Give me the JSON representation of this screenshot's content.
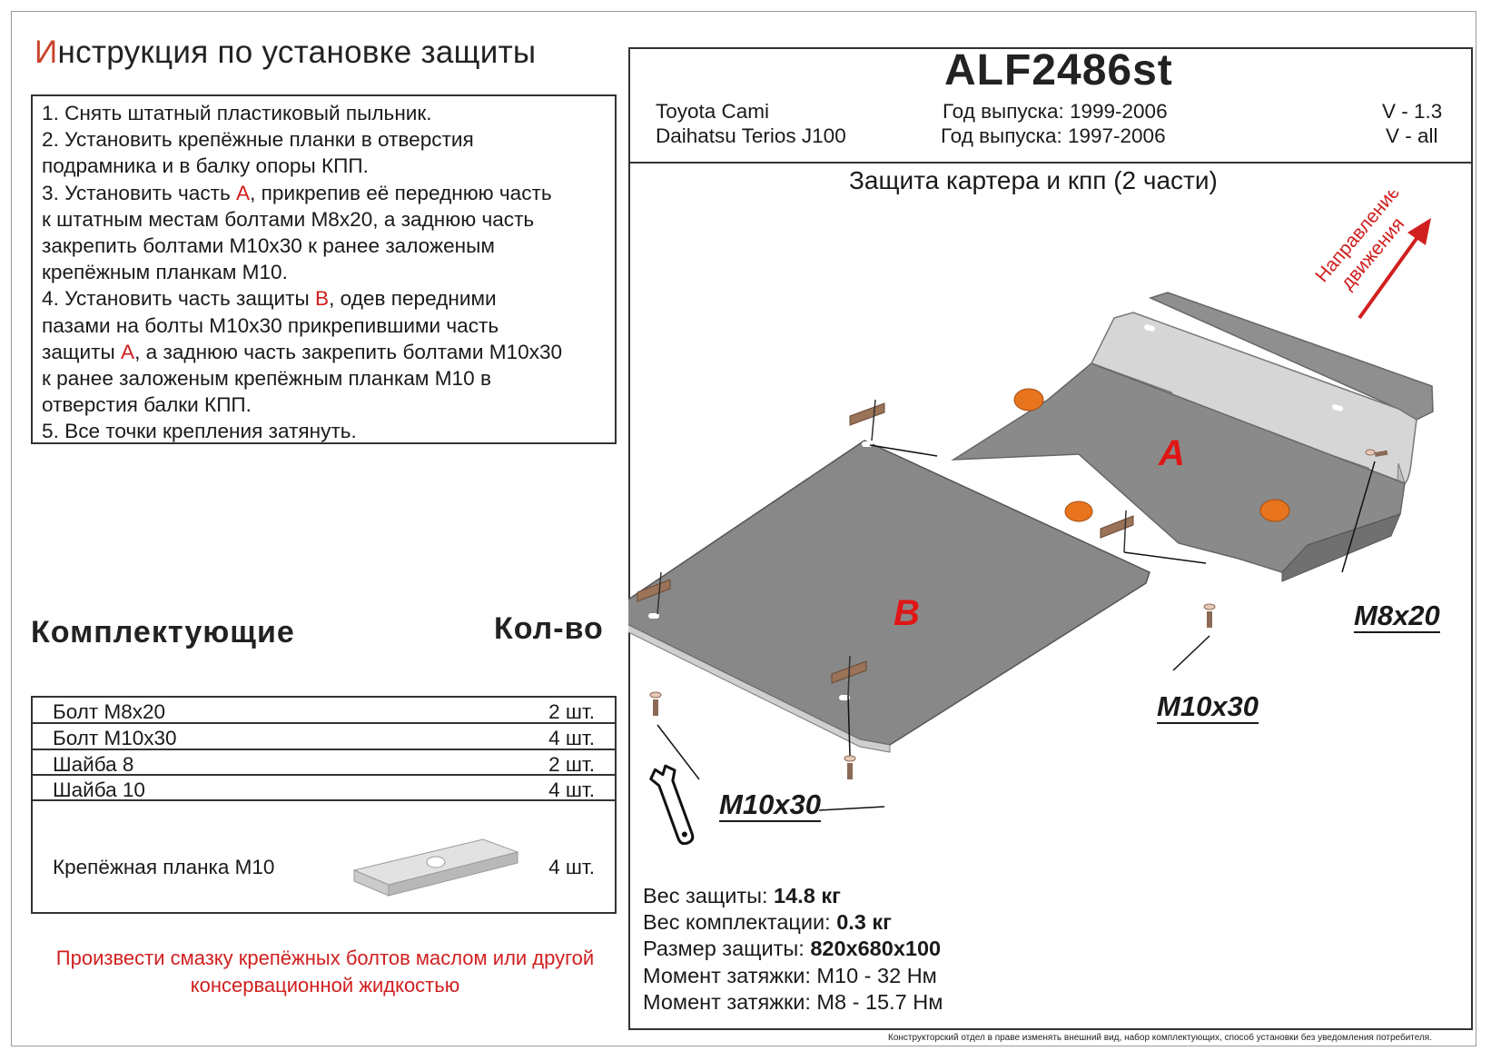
{
  "title": {
    "first_letter": "И",
    "rest": "нструкция по установке защиты"
  },
  "instructions": [
    {
      "segments": [
        {
          "t": "1.  Снять штатный пластиковый пыльник."
        }
      ]
    },
    {
      "segments": [
        {
          "t": "2.  Установить крепёжные планки в отверстия"
        }
      ]
    },
    {
      "segments": [
        {
          "t": "подрамника и в балку опоры КПП."
        }
      ]
    },
    {
      "segments": [
        {
          "t": "3.  Установить часть "
        },
        {
          "t": "А",
          "red": true
        },
        {
          "t": ", прикрепив её переднюю часть"
        }
      ]
    },
    {
      "segments": [
        {
          "t": "к штатным местам болтами М8х20, а заднюю часть"
        }
      ]
    },
    {
      "segments": [
        {
          "t": "закрепить болтами М10х30 к ранее заложеным"
        }
      ]
    },
    {
      "segments": [
        {
          "t": "крепёжным планкам М10."
        }
      ]
    },
    {
      "segments": [
        {
          "t": "4.  Установить часть защиты "
        },
        {
          "t": "В",
          "red": true
        },
        {
          "t": ", одев передними"
        }
      ]
    },
    {
      "segments": [
        {
          "t": "пазами на болты М10х30 прикрепившими часть"
        }
      ]
    },
    {
      "segments": [
        {
          "t": "защиты "
        },
        {
          "t": "А",
          "red": true
        },
        {
          "t": ", а заднюю часть закрепить болтами М10х30"
        }
      ]
    },
    {
      "segments": [
        {
          "t": "к ранее заложеным крепёжным планкам М10 в"
        }
      ]
    },
    {
      "segments": [
        {
          "t": "отверстия балки КПП."
        }
      ]
    },
    {
      "segments": [
        {
          "t": "5.  Все точки крепления затянуть."
        }
      ]
    }
  ],
  "parts_heading": "Комплектующие",
  "qty_heading": "Кол-во",
  "parts": [
    {
      "name": "Болт М8х20",
      "qty": "2 шт."
    },
    {
      "name": "Болт М10х30",
      "qty": "4 шт."
    },
    {
      "name": "Шайба 8",
      "qty": "2 шт."
    },
    {
      "name": "Шайба 10",
      "qty": "4 шт."
    },
    {
      "name": "Крепёжная планка М10",
      "qty": "4 шт."
    }
  ],
  "note": "Произвести смазку крепёжных болтов маслом или другой консервационной жидкостью",
  "product_code": "ALF2486st",
  "vehicles": [
    {
      "model": "Toyota Cami",
      "year": "Год выпуска: 1999-2006",
      "engine": "V - 1.3"
    },
    {
      "model": "Daihatsu Terios J100",
      "year": "Год выпуска: 1997-2006",
      "engine": "V - all"
    }
  ],
  "subtitle": "Защита картера и кпп (2 части)",
  "direction_label": [
    "Направление",
    "движения"
  ],
  "diagram_labels": {
    "part_a": "A",
    "part_b": "B",
    "bolt_m8": "M8x20",
    "bolt_m10_right": "M10x30",
    "bolt_m10_bottom": "M10x30"
  },
  "specs": [
    {
      "label": "Вес защиты: ",
      "value": "14.8 кг",
      "bold": true
    },
    {
      "label": "Вес комплектации: ",
      "value": "0.3 кг",
      "bold": true
    },
    {
      "label": "Размер защиты: ",
      "value": "820x680x100",
      "bold": true
    },
    {
      "label": "Момент затяжки:  ",
      "value": "М10 - 32 Нм",
      "bold": false
    },
    {
      "label": "Момент затяжки:  ",
      "value": "М8 - 15.7 Нм",
      "bold": false
    }
  ],
  "disclaimer": "Конструкторский отдел в праве изменять внешний вид, набор комплектующих, способ установки без уведомления потребителя.",
  "colors": {
    "accent_red": "#d11f1f",
    "title_first_letter": "#c9442a",
    "plate_gray": "#8e8e8e",
    "plate_light": "#d4d4d4",
    "washer_orange": "#e8741e",
    "bracket_brown": "#9a7358"
  },
  "icons": [
    "wrench-icon",
    "direction-arrow-icon",
    "mounting-plate-icon"
  ]
}
